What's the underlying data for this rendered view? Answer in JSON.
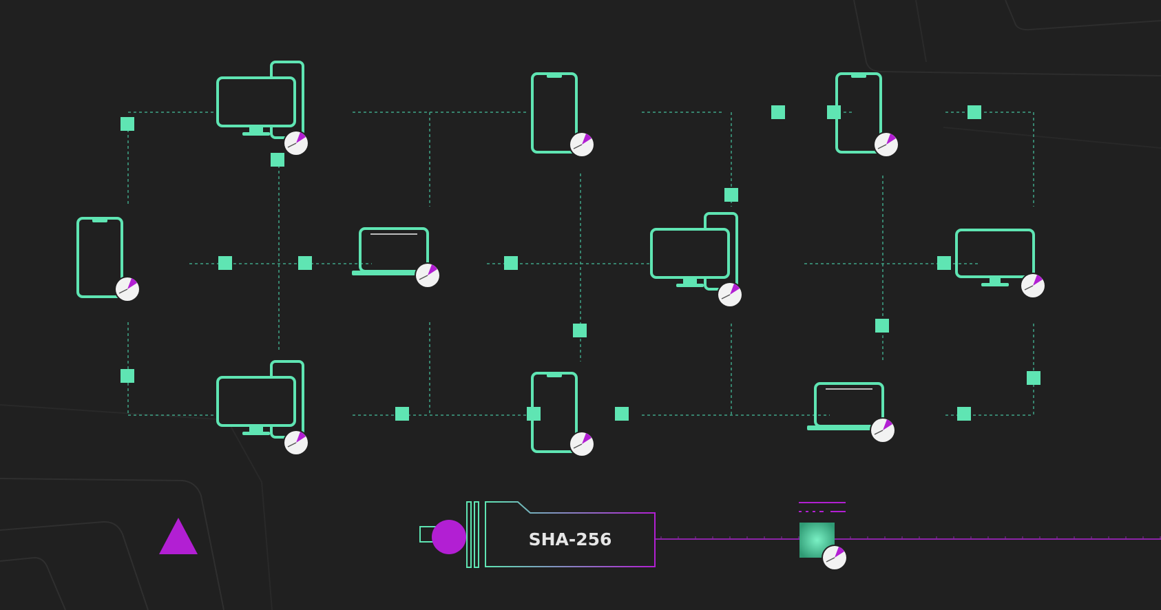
{
  "hash_label": "SHA-256",
  "colors": {
    "background": "#202020",
    "device_stroke": "#5fe5b3",
    "node": "#5fe5b3",
    "connector": "#3fa587",
    "accent": "#b21fd3",
    "clock_face": "#f2f2f2"
  },
  "nodes": [
    {
      "id": "n1",
      "device": "desktop-tablet",
      "icon": "desktop-tablet-icon"
    },
    {
      "id": "n2",
      "device": "phone",
      "icon": "phone-icon"
    },
    {
      "id": "n3",
      "device": "phone",
      "icon": "phone-icon"
    },
    {
      "id": "n4",
      "device": "phone",
      "icon": "phone-icon"
    },
    {
      "id": "n5",
      "device": "laptop",
      "icon": "laptop-icon"
    },
    {
      "id": "n6",
      "device": "desktop-tablet",
      "icon": "desktop-tablet-icon"
    },
    {
      "id": "n7",
      "device": "monitor",
      "icon": "monitor-icon"
    },
    {
      "id": "n8",
      "device": "desktop-tablet",
      "icon": "desktop-tablet-icon"
    },
    {
      "id": "n9",
      "device": "phone",
      "icon": "phone-icon"
    },
    {
      "id": "n10",
      "device": "laptop",
      "icon": "laptop-icon"
    }
  ]
}
